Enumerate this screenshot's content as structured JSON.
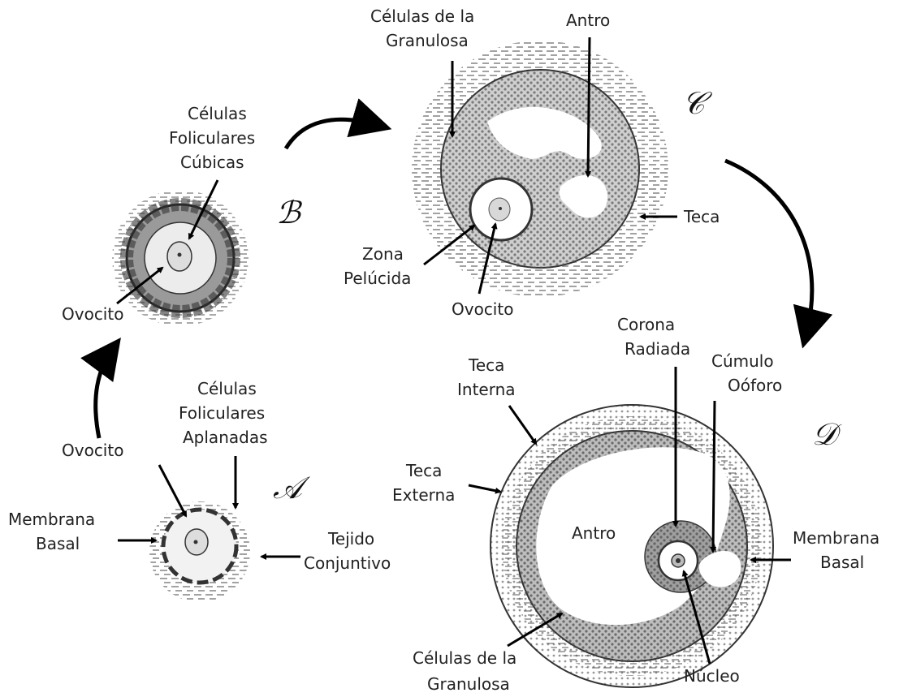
{
  "stages": {
    "a": "𝒜",
    "b": "ℬ",
    "c": "𝒞",
    "d": "𝒟"
  },
  "labels": {
    "a_ovocito": "Ovocito",
    "a_celulas_line1": "Células",
    "a_celulas_line2": "Foliculares",
    "a_celulas_line3": "Aplanadas",
    "a_membrana_line1": "Membrana",
    "a_membrana_line2": "Basal",
    "a_tejido_line1": "Tejido",
    "a_tejido_line2": "Conjuntivo",
    "b_celulas_line1": "Células",
    "b_celulas_line2": "Foliculares",
    "b_celulas_line3": "Cúbicas",
    "b_ovocito": "Ovocito",
    "c_granulosa_line1": "Células de la",
    "c_granulosa_line2": "Granulosa",
    "c_antro": "Antro",
    "c_teca": "Teca",
    "c_zona_line1": "Zona",
    "c_zona_line2": "Pelúcida",
    "c_ovocito": "Ovocito",
    "d_corona_line1": "Corona",
    "d_corona_line2": "Radiada",
    "d_cumulo_line1": "Cúmulo",
    "d_cumulo_line2": "Oóforo",
    "d_interna_line1": "Teca",
    "d_interna_line2": "Interna",
    "d_externa_line1": "Teca",
    "d_externa_line2": "Externa",
    "d_antro": "Antro",
    "d_membrana_line1": "Membrana",
    "d_membrana_line2": "Basal",
    "d_granulosa_line1": "Células de la",
    "d_granulosa_line2": "Granulosa",
    "d_nucleo": "Núcleo"
  }
}
